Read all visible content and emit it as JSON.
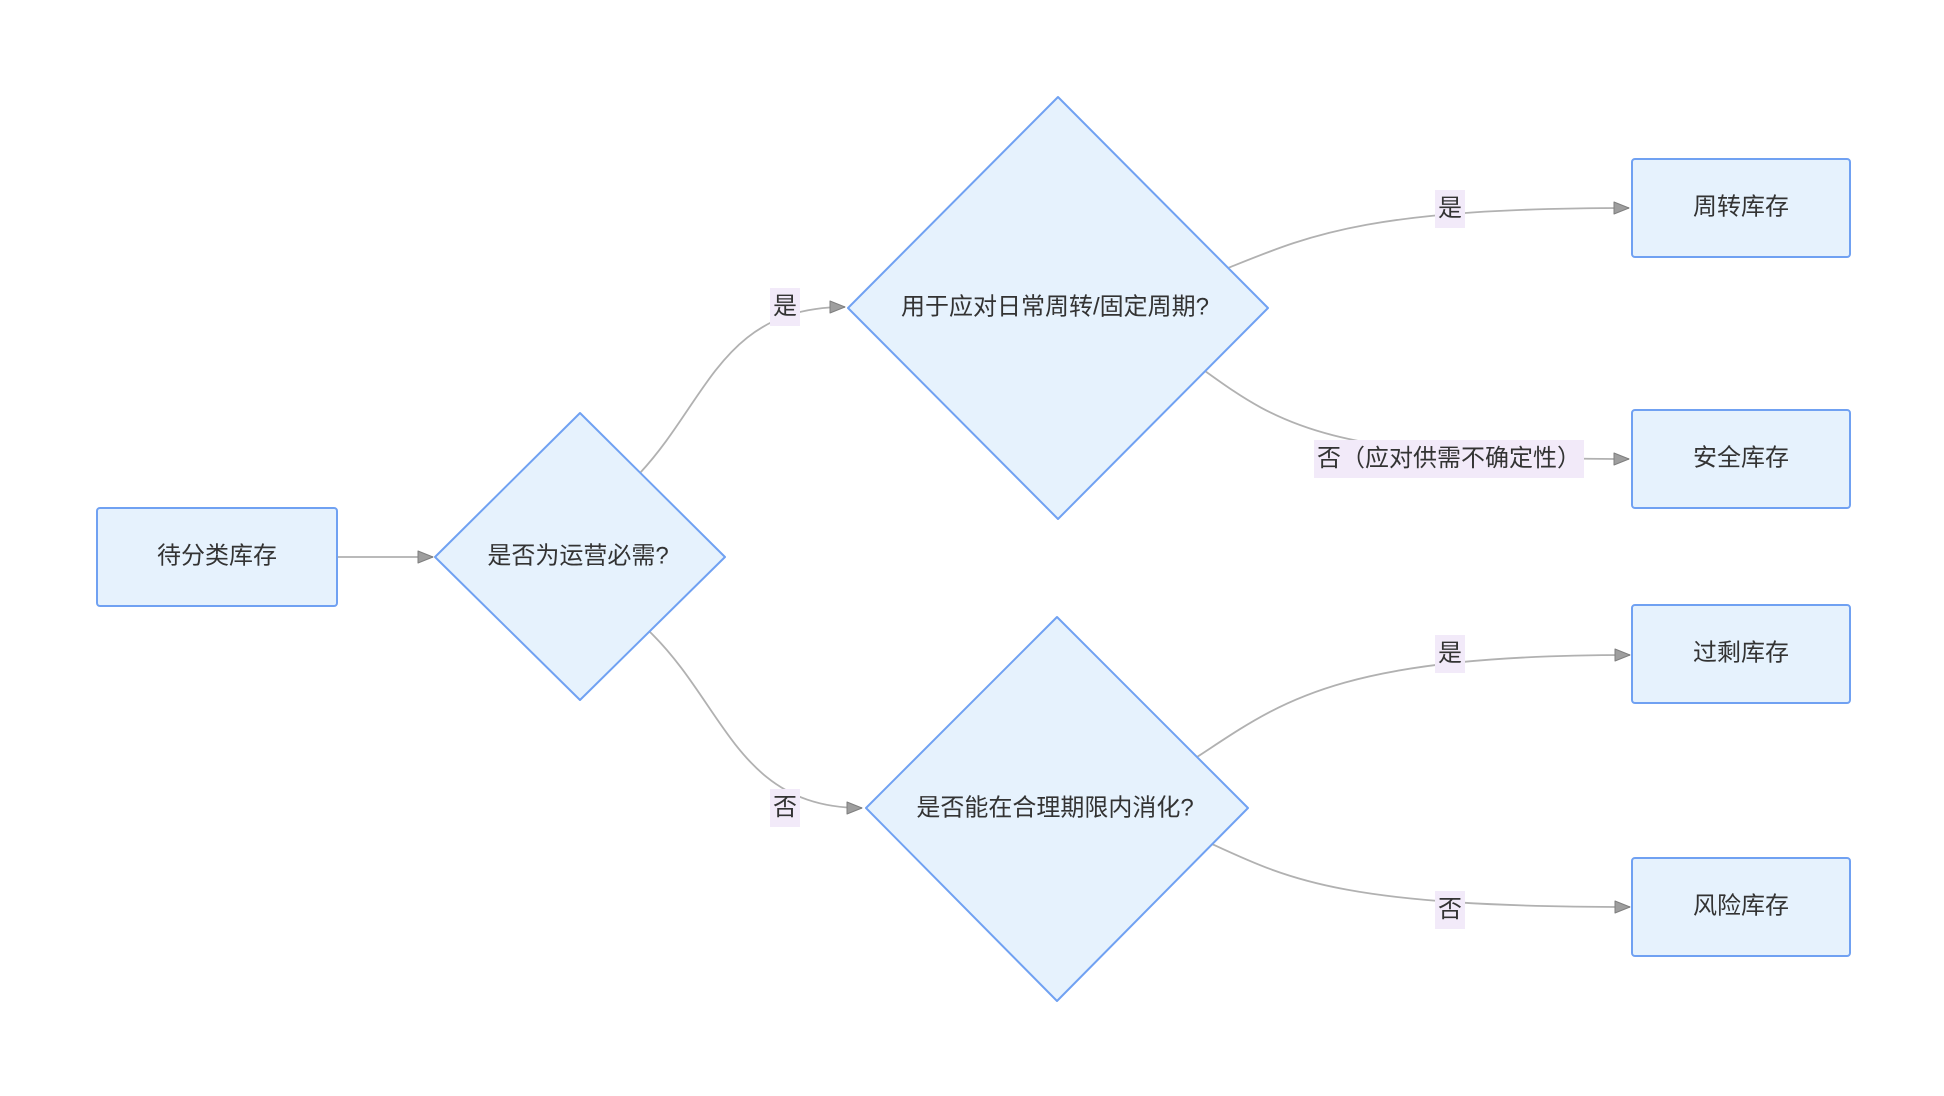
{
  "diagram": {
    "nodes": {
      "start": {
        "label": "待分类库存"
      },
      "decision_operational": {
        "label": "是否为运营必需?"
      },
      "decision_cycle": {
        "label": "用于应对日常周转/固定周期?"
      },
      "decision_digest": {
        "label": "是否能在合理期限内消化?"
      },
      "turnover": {
        "label": "周转库存"
      },
      "safety": {
        "label": "安全库存"
      },
      "excess": {
        "label": "过剩库存"
      },
      "risk": {
        "label": "风险库存"
      }
    },
    "edges": {
      "operational_yes": {
        "label": "是"
      },
      "operational_no": {
        "label": "否"
      },
      "cycle_yes": {
        "label": "是"
      },
      "cycle_no": {
        "label": "否（应对供需不确定性）"
      },
      "digest_yes": {
        "label": "是"
      },
      "digest_no": {
        "label": "否"
      }
    },
    "colors": {
      "node_fill": "#e6f2fd",
      "node_border": "#70a1f2",
      "edge": "#b1b1b1",
      "arrowhead": "#9e9e9e",
      "arrowhead_stroke": "#7f7f7f",
      "label_bg": "#f2eaf9",
      "text": "#333333"
    }
  }
}
